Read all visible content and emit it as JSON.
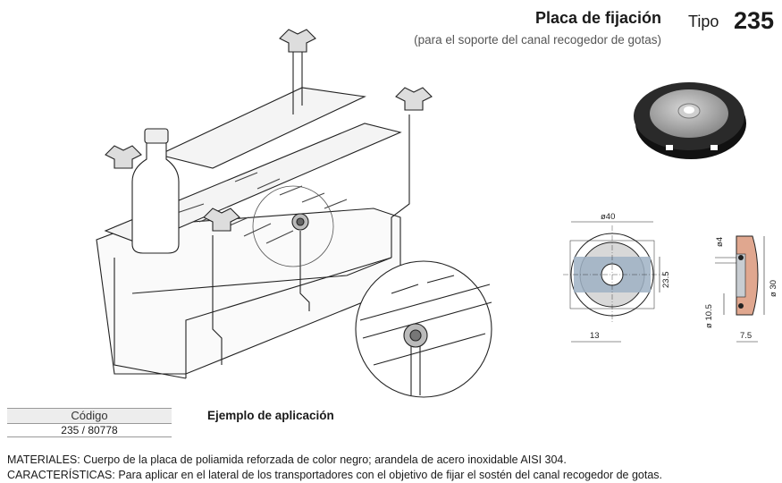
{
  "header": {
    "title": "Placa de fijación",
    "subtitle": "(para el soporte del canal recogedor de gotas)",
    "tipo_label": "Tipo",
    "tipo_number": "235"
  },
  "drawing": {
    "dim_outer_diameter": "ø40",
    "dim_inner_height": "23.5",
    "dim_width": "13",
    "dim_hole": "ø4",
    "dim_height": "ø 30",
    "dim_bore": "ø 10.5",
    "dim_thickness": "7.5"
  },
  "table": {
    "header": "Código",
    "value": "235 / 80778"
  },
  "caption": "Ejemplo de aplicación",
  "notes": {
    "materials_label": "MATERIALES:",
    "materials_text": " Cuerpo de la placa de poliamida reforzada de color negro; arandela de acero inoxidable AISI 304.",
    "features_label": "CARACTERÍSTICAS:",
    "features_text": " Para aplicar en el lateral de los transportadores con el objetivo de fijar el sostén del canal recogedor de gotas."
  }
}
